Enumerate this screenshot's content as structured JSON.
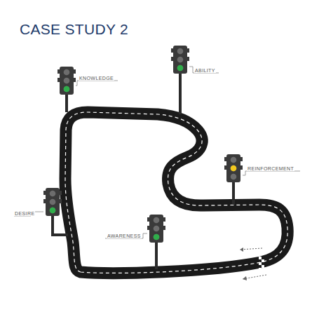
{
  "diagram": {
    "title": "CASE STUDY 2",
    "labels": [
      "KNOWLEDGE",
      "ABILITY",
      "REINFORCEMENT",
      "DESIRE",
      "AWARENESS"
    ]
  }
}
